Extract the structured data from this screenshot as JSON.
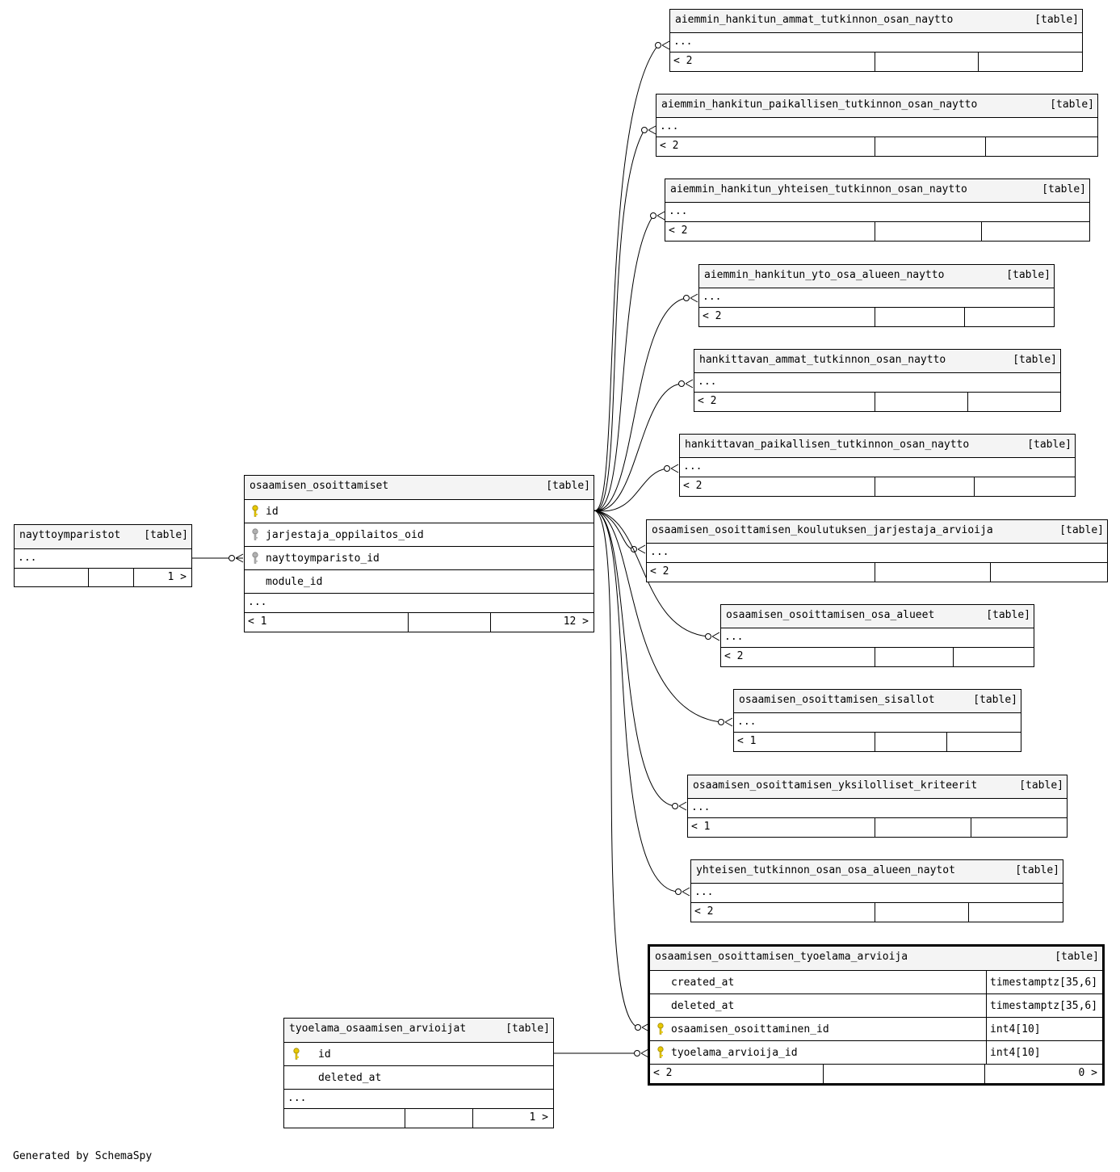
{
  "main": {
    "name": "osaamisen_osoittamiset",
    "tag": "[table]",
    "columns": [
      "id",
      "jarjestaja_oppilaitos_oid",
      "nayttoymparisto_id",
      "module_id"
    ],
    "ellipsis": "...",
    "footer_left": "< 1",
    "footer_right": "12 >"
  },
  "parent": {
    "name": "nayttoymparistot",
    "tag": "[table]",
    "ellipsis": "...",
    "footer_right": "1 >"
  },
  "arvioijat": {
    "name": "tyoelama_osaamisen_arvioijat",
    "tag": "[table]",
    "columns": [
      "id",
      "deleted_at"
    ],
    "ellipsis": "...",
    "footer_right": "1 >"
  },
  "focus": {
    "name": "osaamisen_osoittamisen_tyoelama_arvioija",
    "tag": "[table]",
    "columns": [
      {
        "name": "created_at",
        "type": "timestamptz[35,6]"
      },
      {
        "name": "deleted_at",
        "type": "timestamptz[35,6]"
      },
      {
        "name": "osaamisen_osoittaminen_id",
        "type": "int4[10]"
      },
      {
        "name": "tyoelama_arvioija_id",
        "type": "int4[10]"
      }
    ],
    "footer_left": "< 2",
    "footer_right": "0 >"
  },
  "children": [
    {
      "name": "aiemmin_hankitun_ammat_tutkinnon_osan_naytto",
      "tag": "[table]",
      "ellipsis": "...",
      "footer_left": "< 2"
    },
    {
      "name": "aiemmin_hankitun_paikallisen_tutkinnon_osan_naytto",
      "tag": "[table]",
      "ellipsis": "...",
      "footer_left": "< 2"
    },
    {
      "name": "aiemmin_hankitun_yhteisen_tutkinnon_osan_naytto",
      "tag": "[table]",
      "ellipsis": "...",
      "footer_left": "< 2"
    },
    {
      "name": "aiemmin_hankitun_yto_osa_alueen_naytto",
      "tag": "[table]",
      "ellipsis": "...",
      "footer_left": "< 2"
    },
    {
      "name": "hankittavan_ammat_tutkinnon_osan_naytto",
      "tag": "[table]",
      "ellipsis": "...",
      "footer_left": "< 2"
    },
    {
      "name": "hankittavan_paikallisen_tutkinnon_osan_naytto",
      "tag": "[table]",
      "ellipsis": "...",
      "footer_left": "< 2"
    },
    {
      "name": "osaamisen_osoittamisen_koulutuksen_jarjestaja_arvioija",
      "tag": "[table]",
      "ellipsis": "...",
      "footer_left": "< 2"
    },
    {
      "name": "osaamisen_osoittamisen_osa_alueet",
      "tag": "[table]",
      "ellipsis": "...",
      "footer_left": "< 2"
    },
    {
      "name": "osaamisen_osoittamisen_sisallot",
      "tag": "[table]",
      "ellipsis": "...",
      "footer_left": "< 1"
    },
    {
      "name": "osaamisen_osoittamisen_yksilolliset_kriteerit",
      "tag": "[table]",
      "ellipsis": "...",
      "footer_left": "< 1"
    },
    {
      "name": "yhteisen_tutkinnon_osan_osa_alueen_naytot",
      "tag": "[table]",
      "ellipsis": "...",
      "footer_left": "< 2"
    }
  ],
  "footer": "Generated by SchemaSpy",
  "colors": {
    "pk_key": "#e8c800",
    "fk_key": "#b0b0b0",
    "header_bg": "#f4f4f4"
  }
}
